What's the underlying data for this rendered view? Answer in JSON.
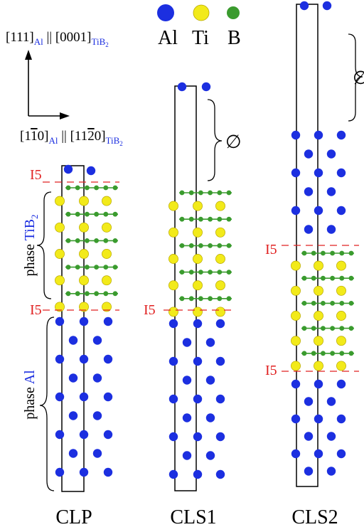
{
  "legend": {
    "items": [
      {
        "symbol": "Al",
        "color": "#1c2fe0"
      },
      {
        "symbol": "Ti",
        "color": "#f2ea1a"
      },
      {
        "symbol": "B",
        "color": "#3a9b2e"
      }
    ]
  },
  "orientation": {
    "vertical": {
      "miller": "[111]",
      "sub1": "Al",
      "sep": "||",
      "miller2": "[0001]",
      "sub2": "TiB"
    },
    "horizontal": {
      "miller": "[1",
      "bar": "1",
      "miller_end": "0]",
      "sub1": "Al",
      "sep": "||",
      "miller2": "[11",
      "bar2": "2",
      "miller2_end": "0]",
      "sub2": "TiB"
    },
    "sub_two": "2"
  },
  "phases": {
    "tib2_prefix": "phase ",
    "tib2_label": "TiB",
    "tib2_sub": "2",
    "al_prefix": "phase ",
    "al_label": "Al"
  },
  "interface_label": "I5",
  "vacuum_symbol": "∅",
  "models": [
    {
      "name": "CLP"
    },
    {
      "name": "CLS1"
    },
    {
      "name": "CLS2"
    }
  ],
  "colors": {
    "al": "#1c2fe0",
    "ti": "#f2ea1a",
    "ti_stroke": "#b8a800",
    "b": "#3a9b2e",
    "interface": "#e02020",
    "label_blue": "#1c2fe0",
    "frame": "#000000"
  }
}
